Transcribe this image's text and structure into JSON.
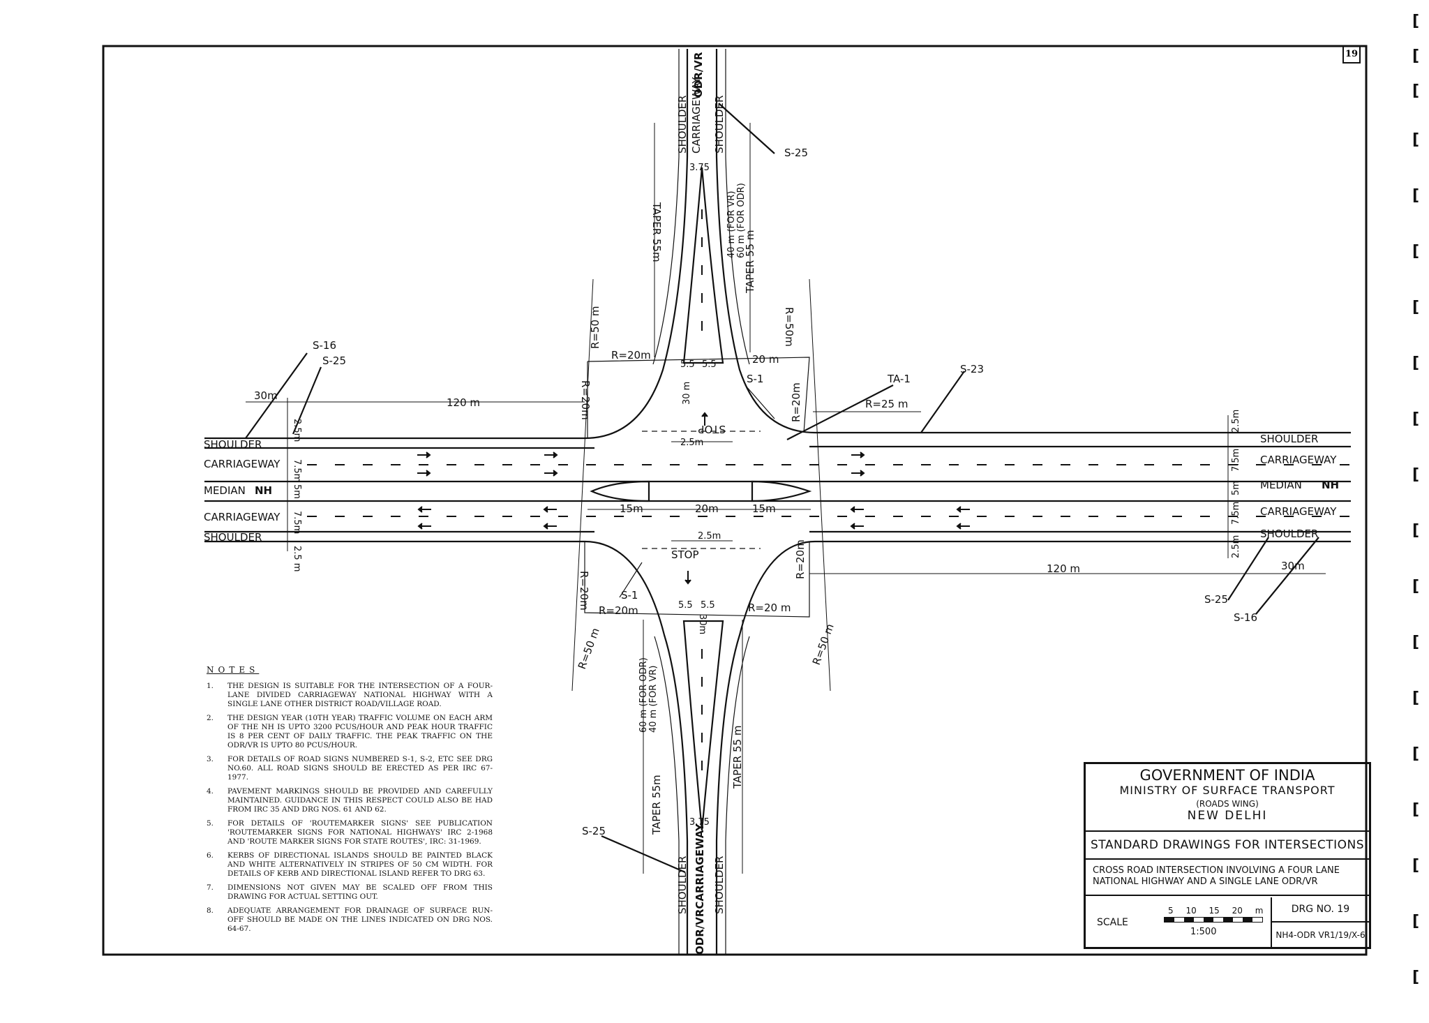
{
  "sheet_number": "19",
  "road_labels": {
    "shoulder": "SHOULDER",
    "carriageway": "CARRIAGEWAY",
    "median": "MEDIAN",
    "nh": "NH",
    "odr_vr": "ODR/VR",
    "odr_vr_carriageway": "ODR/VRCARRIAGEWAY",
    "stop": "STOP"
  },
  "dimensions": {
    "thirty_m": "30m",
    "thirty_m_sp": "30 m",
    "one_twenty_m": "120 m",
    "two_five_m": "2.5m",
    "two_5_m": "2.5 m",
    "seven_five_m": "7.5m",
    "five_m": "5m",
    "three_75": "3.75",
    "five_5": "5.5",
    "fifteen_m": "15m",
    "twenty_m": "20m",
    "twenty_m_sp": "20 m",
    "taper": "TAPER 55m",
    "taper_sp": "TAPER 55 m",
    "forty_vr": "40 m (FOR VR)",
    "sixty_odr": "60 m (FOR ODR)",
    "r20": "R=20m",
    "r20_sp": "R=20 m",
    "r25": "R=25 m",
    "r50": "R=50 m",
    "r50_ns": "R=50m"
  },
  "signs": {
    "s16": "S-16",
    "s25": "S-25",
    "s23": "S-23",
    "s1": "S-1",
    "ta1": "TA-1"
  },
  "notes": {
    "heading": "NOTES",
    "items": [
      {
        "num": "1.",
        "text": "The design is suitable for the intersection of a four-lane divided carriageway national highway with a single lane other district road/village road."
      },
      {
        "num": "2.",
        "text": "The design year (10th year) traffic volume on each arm of the NH is upto 3200 PCUS/hour and peak hour traffic is 8 per cent of daily traffic. The peak traffic on the ODR/VR is upto 80 PCUS/hour."
      },
      {
        "num": "3.",
        "text": "For details of road signs numbered S-1, S-2, etc see DRG No.60. All road signs should be erected as per IRC 67-1977."
      },
      {
        "num": "4.",
        "text": "Pavement markings should be provided and carefully maintained. Guidance in this respect could also be had from IRC 35 and DRG Nos. 61 and 62."
      },
      {
        "num": "5.",
        "text": "For details of 'Routemarker Signs' see publication 'Routemarker Signs for National Highways' IRC 2-1968 and 'Route Marker Signs for State Routes', IRC: 31-1969."
      },
      {
        "num": "6.",
        "text": "Kerbs of directional islands should be painted black and white alternatively in stripes of 50 cm width. For details of kerb and directional island refer to DRG 63."
      },
      {
        "num": "7.",
        "text": "Dimensions not given may be scaled off from this drawing for actual setting out."
      },
      {
        "num": "8.",
        "text": "Adequate arrangement for drainage of surface run-off should be made on the lines indicated on DRG Nos. 64-67."
      }
    ]
  },
  "title_block": {
    "government": "GOVERNMENT OF INDIA",
    "ministry": "MINISTRY OF SURFACE TRANSPORT",
    "wing": "(ROADS WING)",
    "city": "NEW DELHI",
    "series": "STANDARD DRAWINGS FOR INTERSECTIONS",
    "description_line1": "Cross road intersection involving a four lane",
    "description_line2": "national highway and a single lane ODR/VR",
    "scale_label": "SCALE",
    "scale_ticks": "5 10 15 20 m",
    "scale_ratio": "1:500",
    "drg_no": "DRG NO. 19",
    "reference": "NH4-ODR VR1/19/X-6"
  }
}
